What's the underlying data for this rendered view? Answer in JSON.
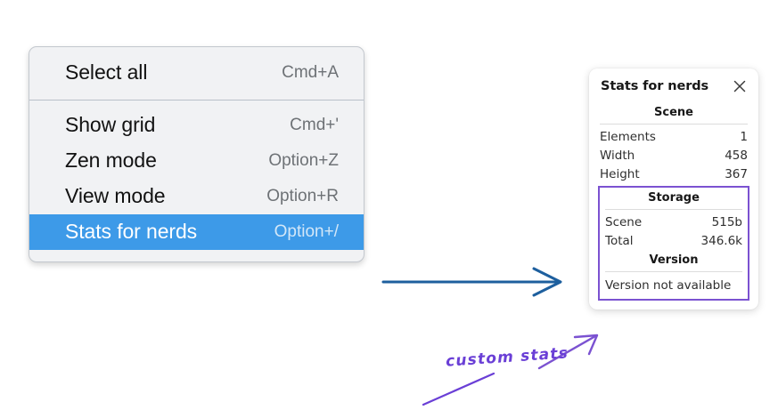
{
  "context_menu": {
    "groups": [
      {
        "items": [
          {
            "label": "Select all",
            "shortcut": "Cmd+A",
            "selected": false
          }
        ]
      },
      {
        "items": [
          {
            "label": "Show grid",
            "shortcut": "Cmd+'",
            "selected": false
          },
          {
            "label": "Zen mode",
            "shortcut": "Option+Z",
            "selected": false
          },
          {
            "label": "View mode",
            "shortcut": "Option+R",
            "selected": false
          },
          {
            "label": "Stats for nerds",
            "shortcut": "Option+/",
            "selected": true
          }
        ]
      }
    ],
    "selected_highlight_color": "#3d9ae8"
  },
  "stats_panel": {
    "title": "Stats for nerds",
    "close_icon": "close-icon",
    "scene": {
      "heading": "Scene",
      "rows": [
        {
          "key": "Elements",
          "value": "1"
        },
        {
          "key": "Width",
          "value": "458"
        },
        {
          "key": "Height",
          "value": "367"
        }
      ]
    },
    "storage": {
      "heading": "Storage",
      "rows": [
        {
          "key": "Scene",
          "value": "515b"
        },
        {
          "key": "Total",
          "value": "346.6k"
        }
      ]
    },
    "version": {
      "heading": "Version",
      "text": "Version not available"
    },
    "custom_region_border_color": "#7b52d1"
  },
  "annotations": {
    "label": "custom stats",
    "label_color": "#6a3fd6",
    "flow_arrow_color": "#1d5f9e",
    "callout_arrow_color": "#7b52d1"
  }
}
